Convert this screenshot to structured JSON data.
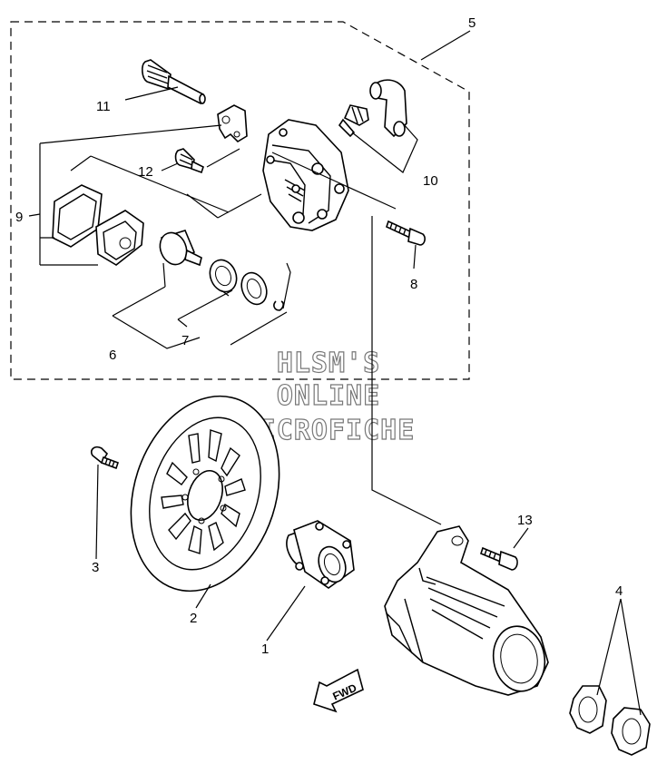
{
  "callouts": [
    {
      "id": "1",
      "label": "1"
    },
    {
      "id": "2",
      "label": "2"
    },
    {
      "id": "3",
      "label": "3"
    },
    {
      "id": "4",
      "label": "4"
    },
    {
      "id": "5",
      "label": "5"
    },
    {
      "id": "6",
      "label": "6"
    },
    {
      "id": "7",
      "label": "7"
    },
    {
      "id": "8",
      "label": "8"
    },
    {
      "id": "9",
      "label": "9"
    },
    {
      "id": "10",
      "label": "10"
    },
    {
      "id": "11",
      "label": "11"
    },
    {
      "id": "12",
      "label": "12"
    },
    {
      "id": "13",
      "label": "13"
    }
  ],
  "watermark": {
    "line1": "HLSM'S",
    "line2": "ONLINE",
    "line3": "MICROFICHE"
  },
  "direction_arrow": {
    "label": "FWD"
  }
}
